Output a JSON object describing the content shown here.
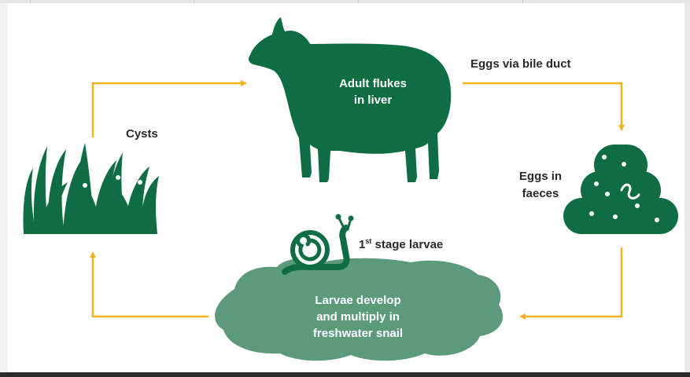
{
  "colors": {
    "dark_green": "#0f6d44",
    "light_green": "#5c9a7c",
    "arrow": "#f3b31a",
    "text": "#2a2a2a"
  },
  "icons": {
    "sheep": "sheep-icon",
    "faeces": "faeces-icon",
    "snail": "snail-icon",
    "grass": "grass-icon"
  },
  "labels": {
    "adult_flukes": [
      "Adult flukes",
      "in liver"
    ],
    "eggs_bile": "Eggs via bile duct",
    "eggs_faeces": [
      "Eggs in",
      "faeces"
    ],
    "larvae_stage_ordinal": "1",
    "larvae_stage_suffix": "st",
    "larvae_stage_rest": " stage larvae",
    "larvae_develop": [
      "Larvae develop",
      "and multiply in",
      "freshwater snail"
    ],
    "cysts": "Cysts"
  }
}
